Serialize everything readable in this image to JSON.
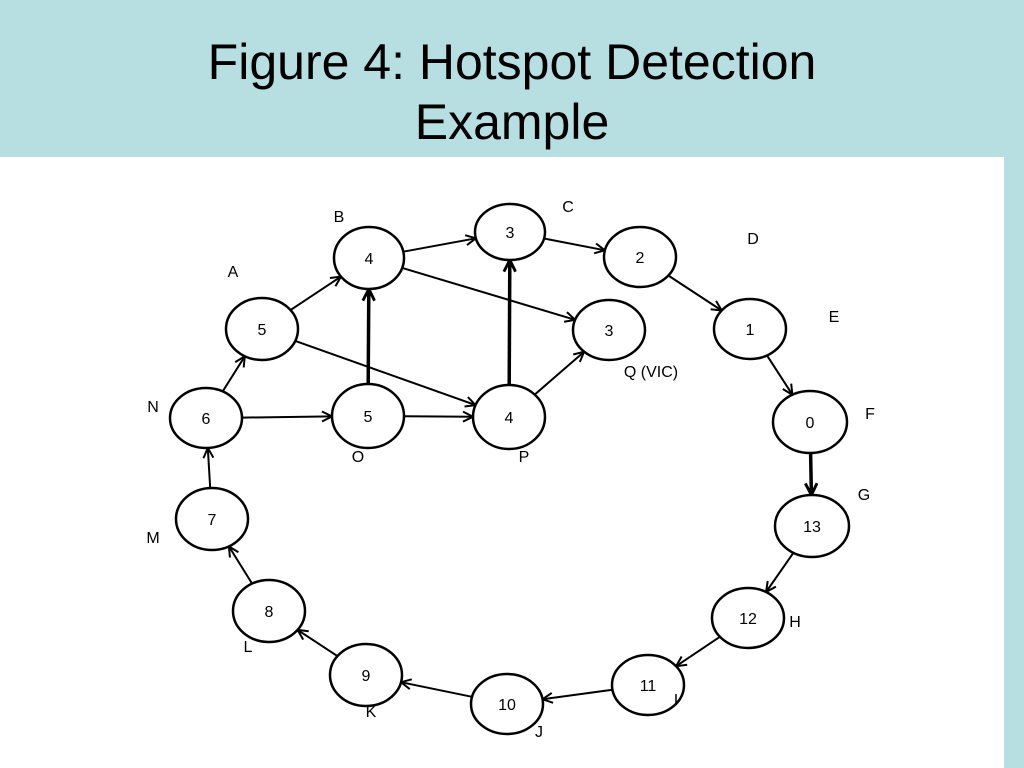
{
  "slide": {
    "title_line1": "Figure 4: Hotspot Detection",
    "title_line2": "Example",
    "background_color": "#b7dfe1",
    "panel_color": "#ffffff"
  },
  "diagram": {
    "nodes": [
      {
        "id": "B",
        "value": "4",
        "label": "B"
      },
      {
        "id": "C",
        "value": "3",
        "label": "C"
      },
      {
        "id": "D",
        "value": "2",
        "label": "D"
      },
      {
        "id": "A",
        "value": "5",
        "label": "A"
      },
      {
        "id": "Q",
        "value": "3",
        "label": "Q (VIC)"
      },
      {
        "id": "E",
        "value": "1",
        "label": "E"
      },
      {
        "id": "N",
        "value": "6",
        "label": "N"
      },
      {
        "id": "O",
        "value": "5",
        "label": "O"
      },
      {
        "id": "P",
        "value": "4",
        "label": "P"
      },
      {
        "id": "F",
        "value": "0",
        "label": "F"
      },
      {
        "id": "G",
        "value": "13",
        "label": "G"
      },
      {
        "id": "M",
        "value": "7",
        "label": "M"
      },
      {
        "id": "H",
        "value": "12",
        "label": "H"
      },
      {
        "id": "L",
        "value": "8",
        "label": "L"
      },
      {
        "id": "K",
        "value": "9",
        "label": "K"
      },
      {
        "id": "I",
        "value": "11",
        "label": "I"
      },
      {
        "id": "J",
        "value": "10",
        "label": "J"
      }
    ],
    "edges": [
      {
        "from": "A",
        "to": "B",
        "bold": false
      },
      {
        "from": "B",
        "to": "C",
        "bold": false
      },
      {
        "from": "C",
        "to": "D",
        "bold": false
      },
      {
        "from": "D",
        "to": "E",
        "bold": false
      },
      {
        "from": "E",
        "to": "F",
        "bold": false
      },
      {
        "from": "F",
        "to": "G",
        "bold": true
      },
      {
        "from": "G",
        "to": "H",
        "bold": false
      },
      {
        "from": "H",
        "to": "I",
        "bold": false
      },
      {
        "from": "I",
        "to": "J",
        "bold": false
      },
      {
        "from": "J",
        "to": "K",
        "bold": false
      },
      {
        "from": "K",
        "to": "L",
        "bold": false
      },
      {
        "from": "L",
        "to": "M",
        "bold": false
      },
      {
        "from": "M",
        "to": "N",
        "bold": false
      },
      {
        "from": "N",
        "to": "A",
        "bold": false
      },
      {
        "from": "N",
        "to": "O",
        "bold": false
      },
      {
        "from": "O",
        "to": "P",
        "bold": false
      },
      {
        "from": "O",
        "to": "B",
        "bold": true
      },
      {
        "from": "P",
        "to": "C",
        "bold": true
      },
      {
        "from": "B",
        "to": "Q",
        "bold": false
      },
      {
        "from": "A",
        "to": "P",
        "bold": false
      },
      {
        "from": "P",
        "to": "Q",
        "bold": false
      }
    ]
  }
}
